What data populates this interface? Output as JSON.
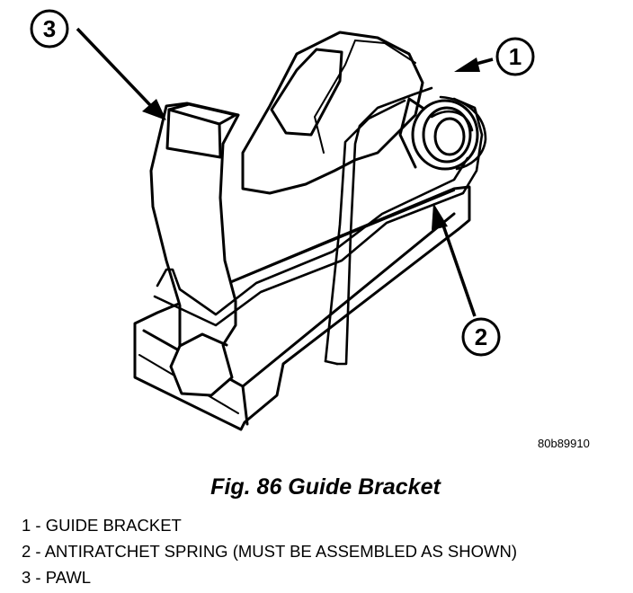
{
  "figure": {
    "code": "80b89910",
    "caption": "Fig. 86 Guide Bracket"
  },
  "callouts": [
    {
      "number": "1",
      "part": "guide-bracket"
    },
    {
      "number": "2",
      "part": "antiratchet-spring"
    },
    {
      "number": "3",
      "part": "pawl"
    }
  ],
  "legend": [
    "1 - GUIDE BRACKET",
    "2 - ANTIRATCHET SPRING (MUST BE ASSEMBLED AS SHOWN)",
    "3 - PAWL"
  ]
}
